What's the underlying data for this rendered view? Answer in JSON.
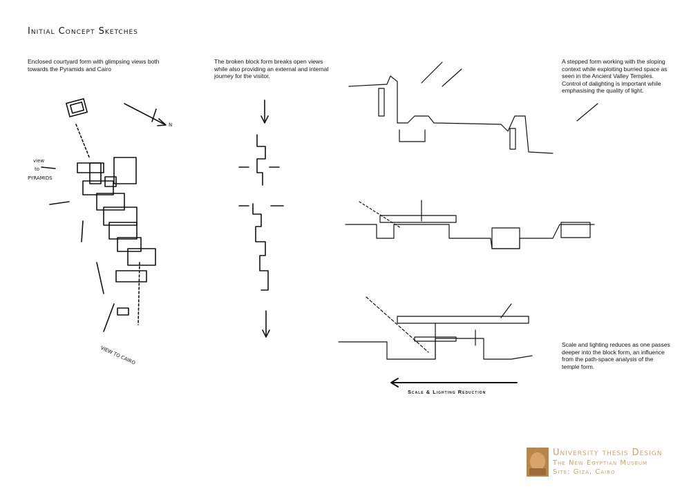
{
  "title": "Initial Concept Sketches",
  "captions": {
    "courtyard": "Enclosed courtyard form with glimpsing views both towards the Pyramids and Cairo",
    "broken_block": "The broken block form breaks open views while also providing an external and internal journey for the visitor.",
    "stepped": "A stepped form working with the sloping context while exploiting burried space as seen in the Ancient Valley Temples. Control of dalighting is important while emphasising the quality of light.",
    "scale": "Scale and lighting reduces as one passes deeper into the block form, an influence from the path-space analysis of the temple form."
  },
  "sketch_notes": {
    "north": "N",
    "view_pyramids_1": "view",
    "view_pyramids_2": "to",
    "view_pyramids_3": "PYRAMIDS",
    "view_cairo": "VIEW TO CAIRO"
  },
  "arrow_label": "Scale & Lighting Reduction",
  "footer": {
    "line1": "University thesis Design",
    "line2": "The New Egyptian Museum",
    "line3": "Site: Giza, Cairo"
  },
  "colors": {
    "footer_text": "#c8a46a",
    "ink": "#111111"
  }
}
